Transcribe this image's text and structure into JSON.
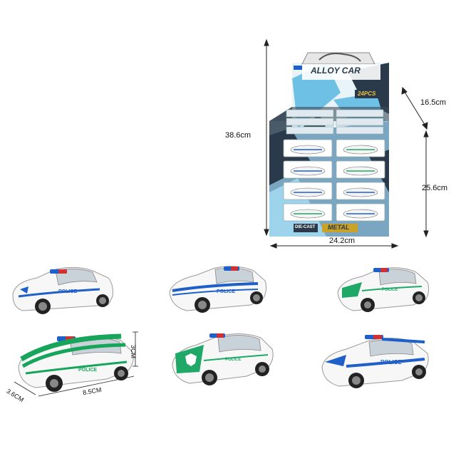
{
  "display_box": {
    "brand_label": "ALLOY CAR",
    "count_label": "24PCS",
    "diecast_label": "DIE-CAST",
    "metal_label": "METAL"
  },
  "dimensions": {
    "height": "38.6cm",
    "top_depth": "16.5cm",
    "side_height": "25.6cm",
    "width": "24.2cm"
  },
  "car_dimensions": {
    "height": "3CM",
    "length": "8.5CM",
    "width": "3.6CM"
  },
  "cars": [
    {
      "label": "POLICE",
      "stripe_color": "#1e5fc9"
    },
    {
      "label": "POLICE",
      "stripe_color": "#1e5fc9"
    },
    {
      "label": "POLICE",
      "stripe_color": "#1fa868"
    },
    {
      "label": "POLICE",
      "stripe_color": "#16a55a"
    },
    {
      "label": "POLICE",
      "stripe_color": "#1fa868"
    },
    {
      "label": "POLICE",
      "stripe_color": "#1e5fc9"
    }
  ],
  "colors": {
    "box_blue": "#6ec1e4",
    "box_dark": "#2a3a4a",
    "police_blue": "#1e5fc9",
    "police_green": "#1fa868"
  }
}
